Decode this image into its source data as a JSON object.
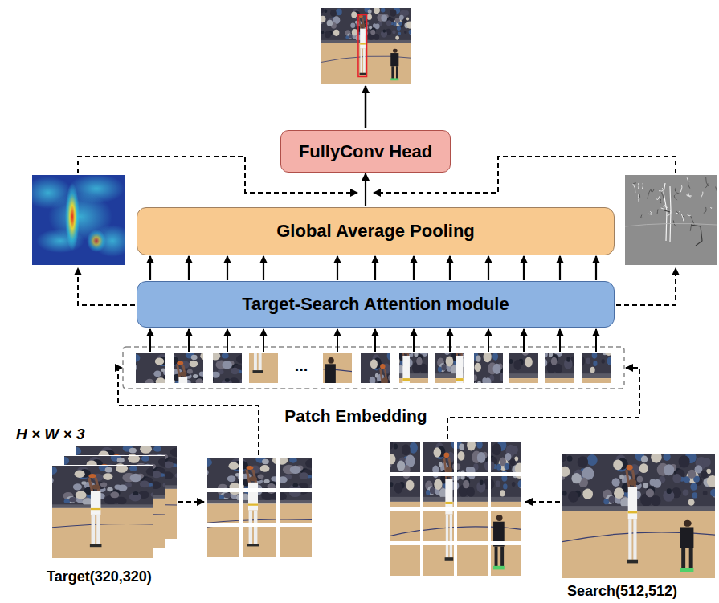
{
  "diagram": {
    "nodes": [
      {
        "text": [
          "FullyConv Head"
        ]
      },
      {
        "text": [
          "Global Average Pooling"
        ]
      },
      {
        "text": [
          "Target-Search Attention module"
        ]
      }
    ],
    "edges": [
      {
        "from": 2,
        "to": 1,
        "arrow": "to"
      },
      {
        "from": 1,
        "to": 0,
        "arrow": "to"
      }
    ],
    "labels": [
      "...",
      "Patch Embedding",
      "H × W × 3",
      "Target(320,320)",
      "Search(512,512)"
    ]
  }
}
